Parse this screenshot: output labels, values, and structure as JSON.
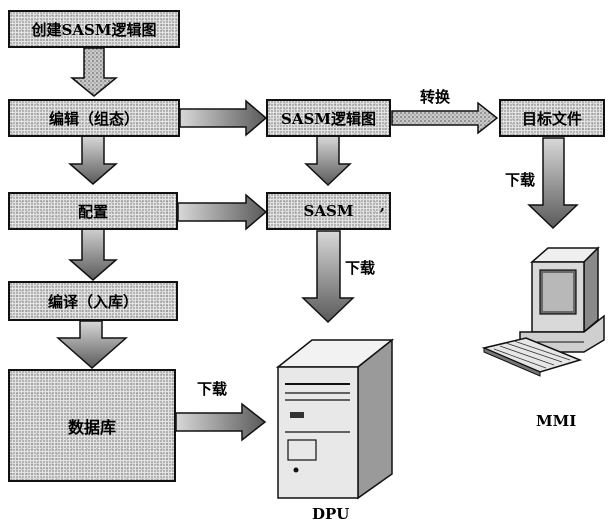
{
  "boxes": {
    "create": "创建SASM逻辑图",
    "edit": "编辑（组态）",
    "sasm_logic": "SASM逻辑图",
    "target_file": "目标文件",
    "config": "配置",
    "sasm": "SASM",
    "compile": "编译（入库）",
    "database": "数据库"
  },
  "labels": {
    "convert": "转换",
    "download_mmi": "下载",
    "download_sasm": "下载",
    "download_db": "下载",
    "dpu": "DPU",
    "mmi": "MMI",
    "sasm_mark": ","
  },
  "icons": {
    "dpu": "server-tower-icon",
    "mmi": "desktop-computer-icon"
  }
}
